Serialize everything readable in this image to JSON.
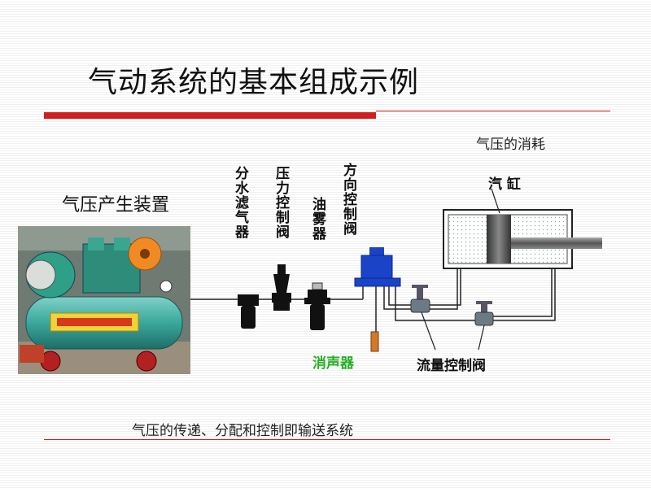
{
  "title": "气动系统的基本组成示例",
  "labels": {
    "air_source": "气压产生装置",
    "consumption": "气压的消耗",
    "cylinder": "汽 缸",
    "filter": "分水滤气器",
    "pressure_valve": "压力控制阀",
    "lubricator": "油雾器",
    "direction_valve": "方向控制阀",
    "muffler": "消声器",
    "flow_valve": "流量控制阀",
    "transmission": "气压的传递、分配和控制即输送系统"
  },
  "colors": {
    "title_bar": "#d21e1e",
    "muffler_label": "#22b022",
    "valve_blue": "#1a44c8"
  }
}
